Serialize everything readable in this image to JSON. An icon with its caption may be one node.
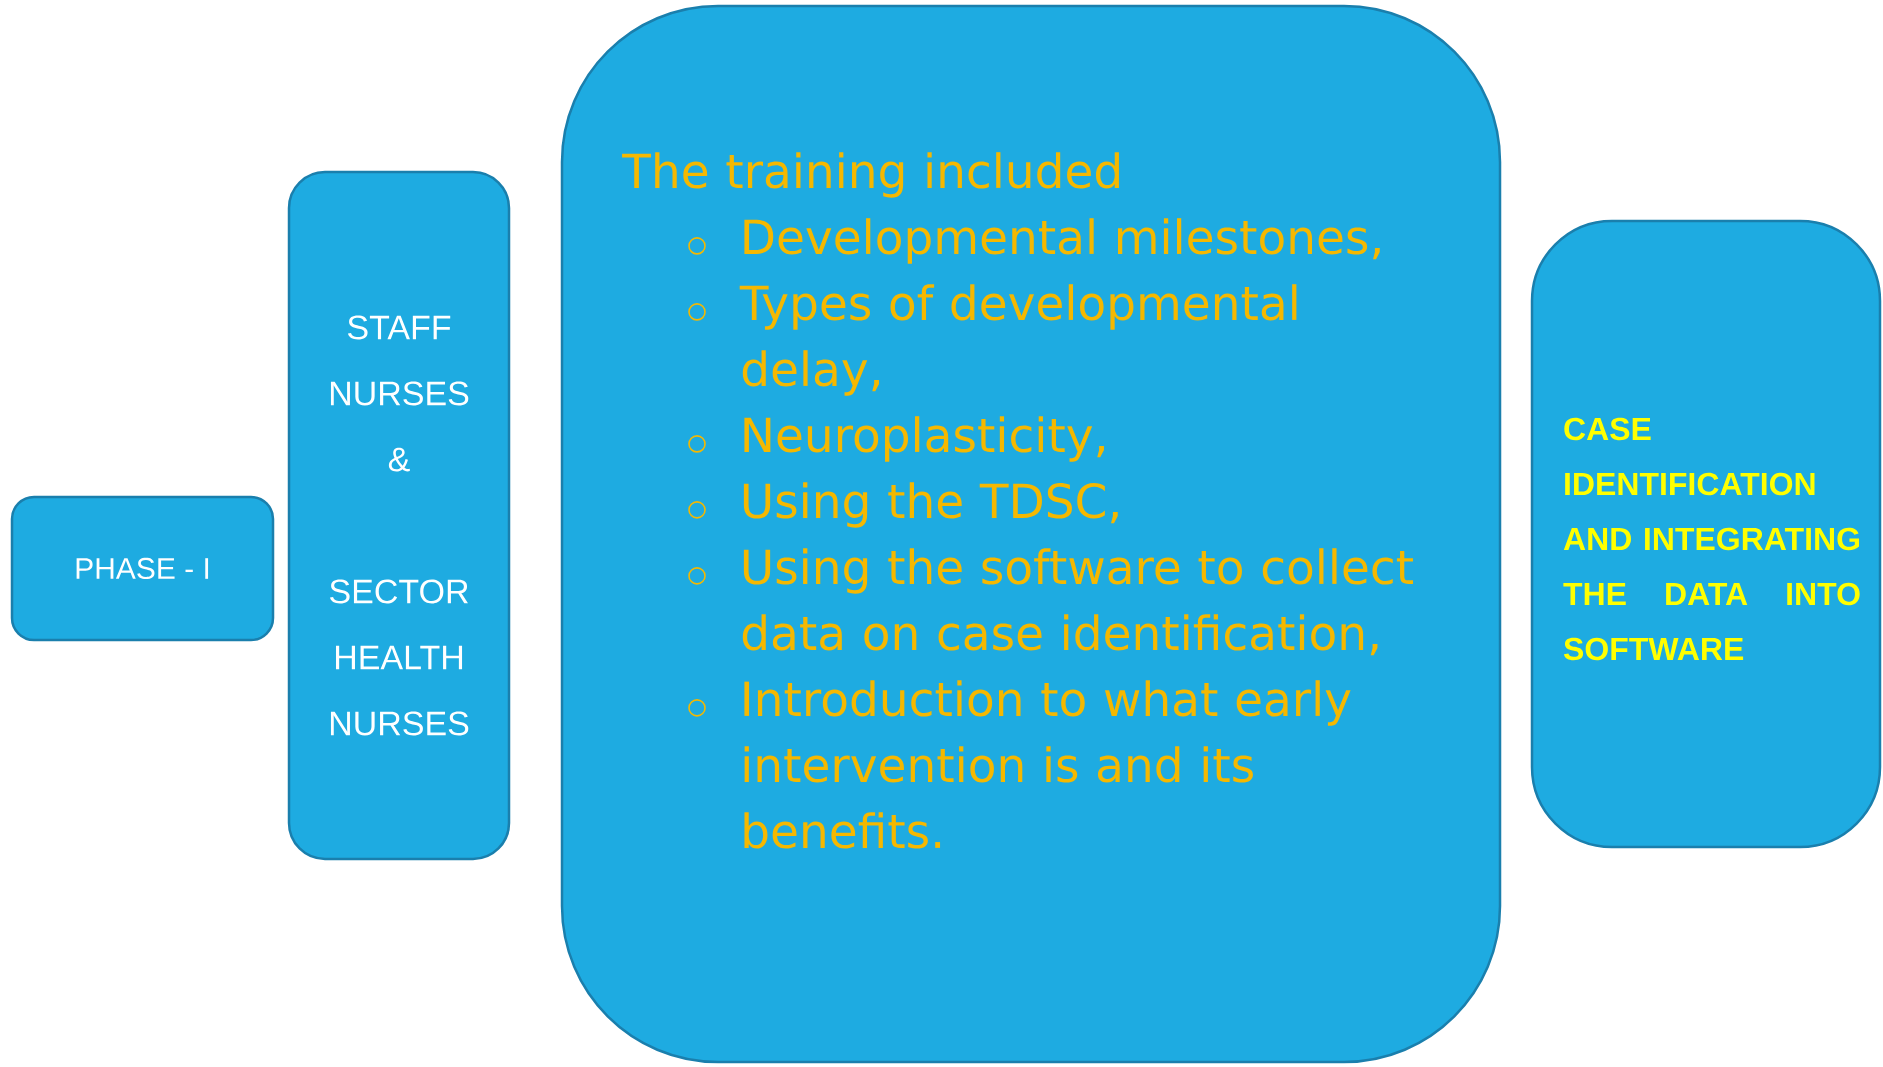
{
  "diagram": {
    "nodes": [
      {
        "text": [
          "PHASE - I"
        ]
      },
      {
        "text": [
          "STAFF NURSES &",
          "SECTOR HEALTH NURSES"
        ]
      },
      {
        "text": [
          "The training included",
          "Developmental milestones,",
          "Types of developmental delay,",
          "Neuroplasticity,",
          "Using the TDSC,",
          "Using the software to collect data on case identification,",
          "Introduction to what early intervention is and its benefits."
        ]
      },
      {
        "text": [
          "CASE IDENTIFICATION AND INTEGRATING THE DATA INTO SOFTWARE"
        ]
      }
    ]
  }
}
